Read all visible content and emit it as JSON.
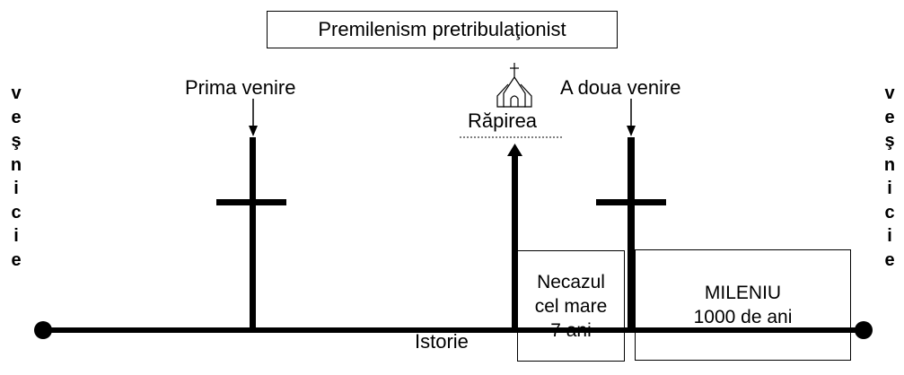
{
  "title": "Premilenism pretribulaţionist",
  "left_side": [
    "v",
    "e",
    "ş",
    "n",
    "i",
    "c",
    "i",
    "e"
  ],
  "right_side": [
    "v",
    "e",
    "ş",
    "n",
    "i",
    "c",
    "i",
    "e"
  ],
  "labels": {
    "first_coming": "Prima venire",
    "rapture": "Răpirea",
    "second_coming": "A doua venire",
    "timeline": "Istorie"
  },
  "tribulation": {
    "line1": "Necazul",
    "line2": "cel mare",
    "line3": "7 ani"
  },
  "millennium": {
    "line1": "MILENIU",
    "line2": "1000 de ani"
  },
  "icons": {
    "rapture": "church-icon",
    "first_coming": "cross-icon",
    "second_coming": "cross-icon"
  }
}
